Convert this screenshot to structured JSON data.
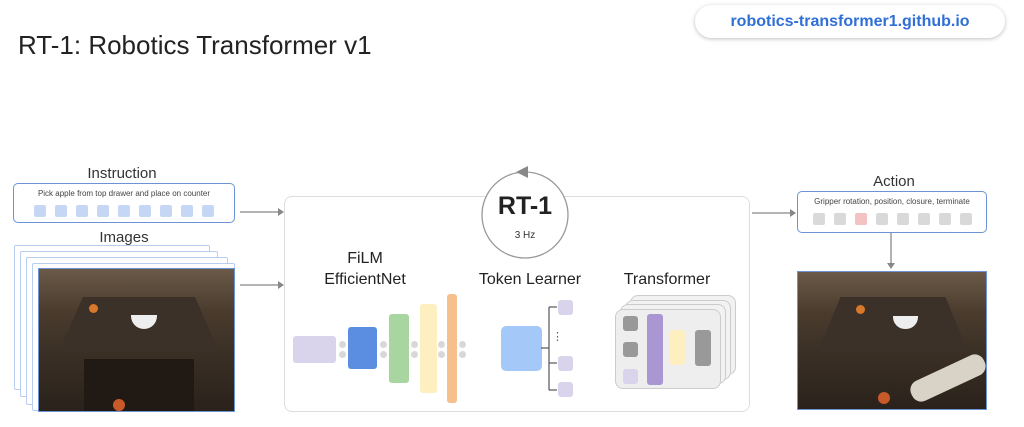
{
  "title": "RT-1: Robotics Transformer v1",
  "url": "robotics-transformer1.github.io",
  "instruction": {
    "label": "Instruction",
    "text": "Pick apple from top drawer and place on counter",
    "token_count": 9,
    "token_color": "#c6d7f5"
  },
  "images": {
    "label": "Images"
  },
  "model": {
    "name": "RT-1",
    "rate": "3 Hz",
    "film": [
      "FiLM",
      "EfficientNet"
    ],
    "token_learner": "Token Learner",
    "transformer": "Transformer",
    "ellipsis": "⋮"
  },
  "action": {
    "label": "Action",
    "text": "Gripper rotation, position, closure, terminate",
    "token_count": 8,
    "highlight_index": 2,
    "token_color": "#d9d9d9",
    "highlight_color": "#f4c2c2"
  },
  "colors": {
    "accent": "#2f6fd6",
    "border": "#6b93d6"
  }
}
